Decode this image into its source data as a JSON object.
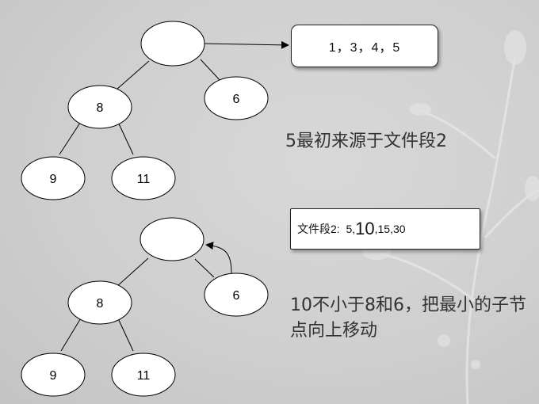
{
  "tree_top": {
    "root": "",
    "left": "8",
    "right": "6",
    "left_left": "9",
    "left_right": "11"
  },
  "tree_bottom": {
    "root": "",
    "left": "8",
    "right": "6",
    "left_left": "9",
    "left_right": "11"
  },
  "result_box": {
    "text": "1，3，4，5"
  },
  "segment_box": {
    "prefix": "文件段2:  5,",
    "highlight": "10",
    "suffix": ",15,30"
  },
  "notes": {
    "note1": "5最初来源于文件段2",
    "note2": "10不小于8和6，把最小的子节点向上移动"
  }
}
